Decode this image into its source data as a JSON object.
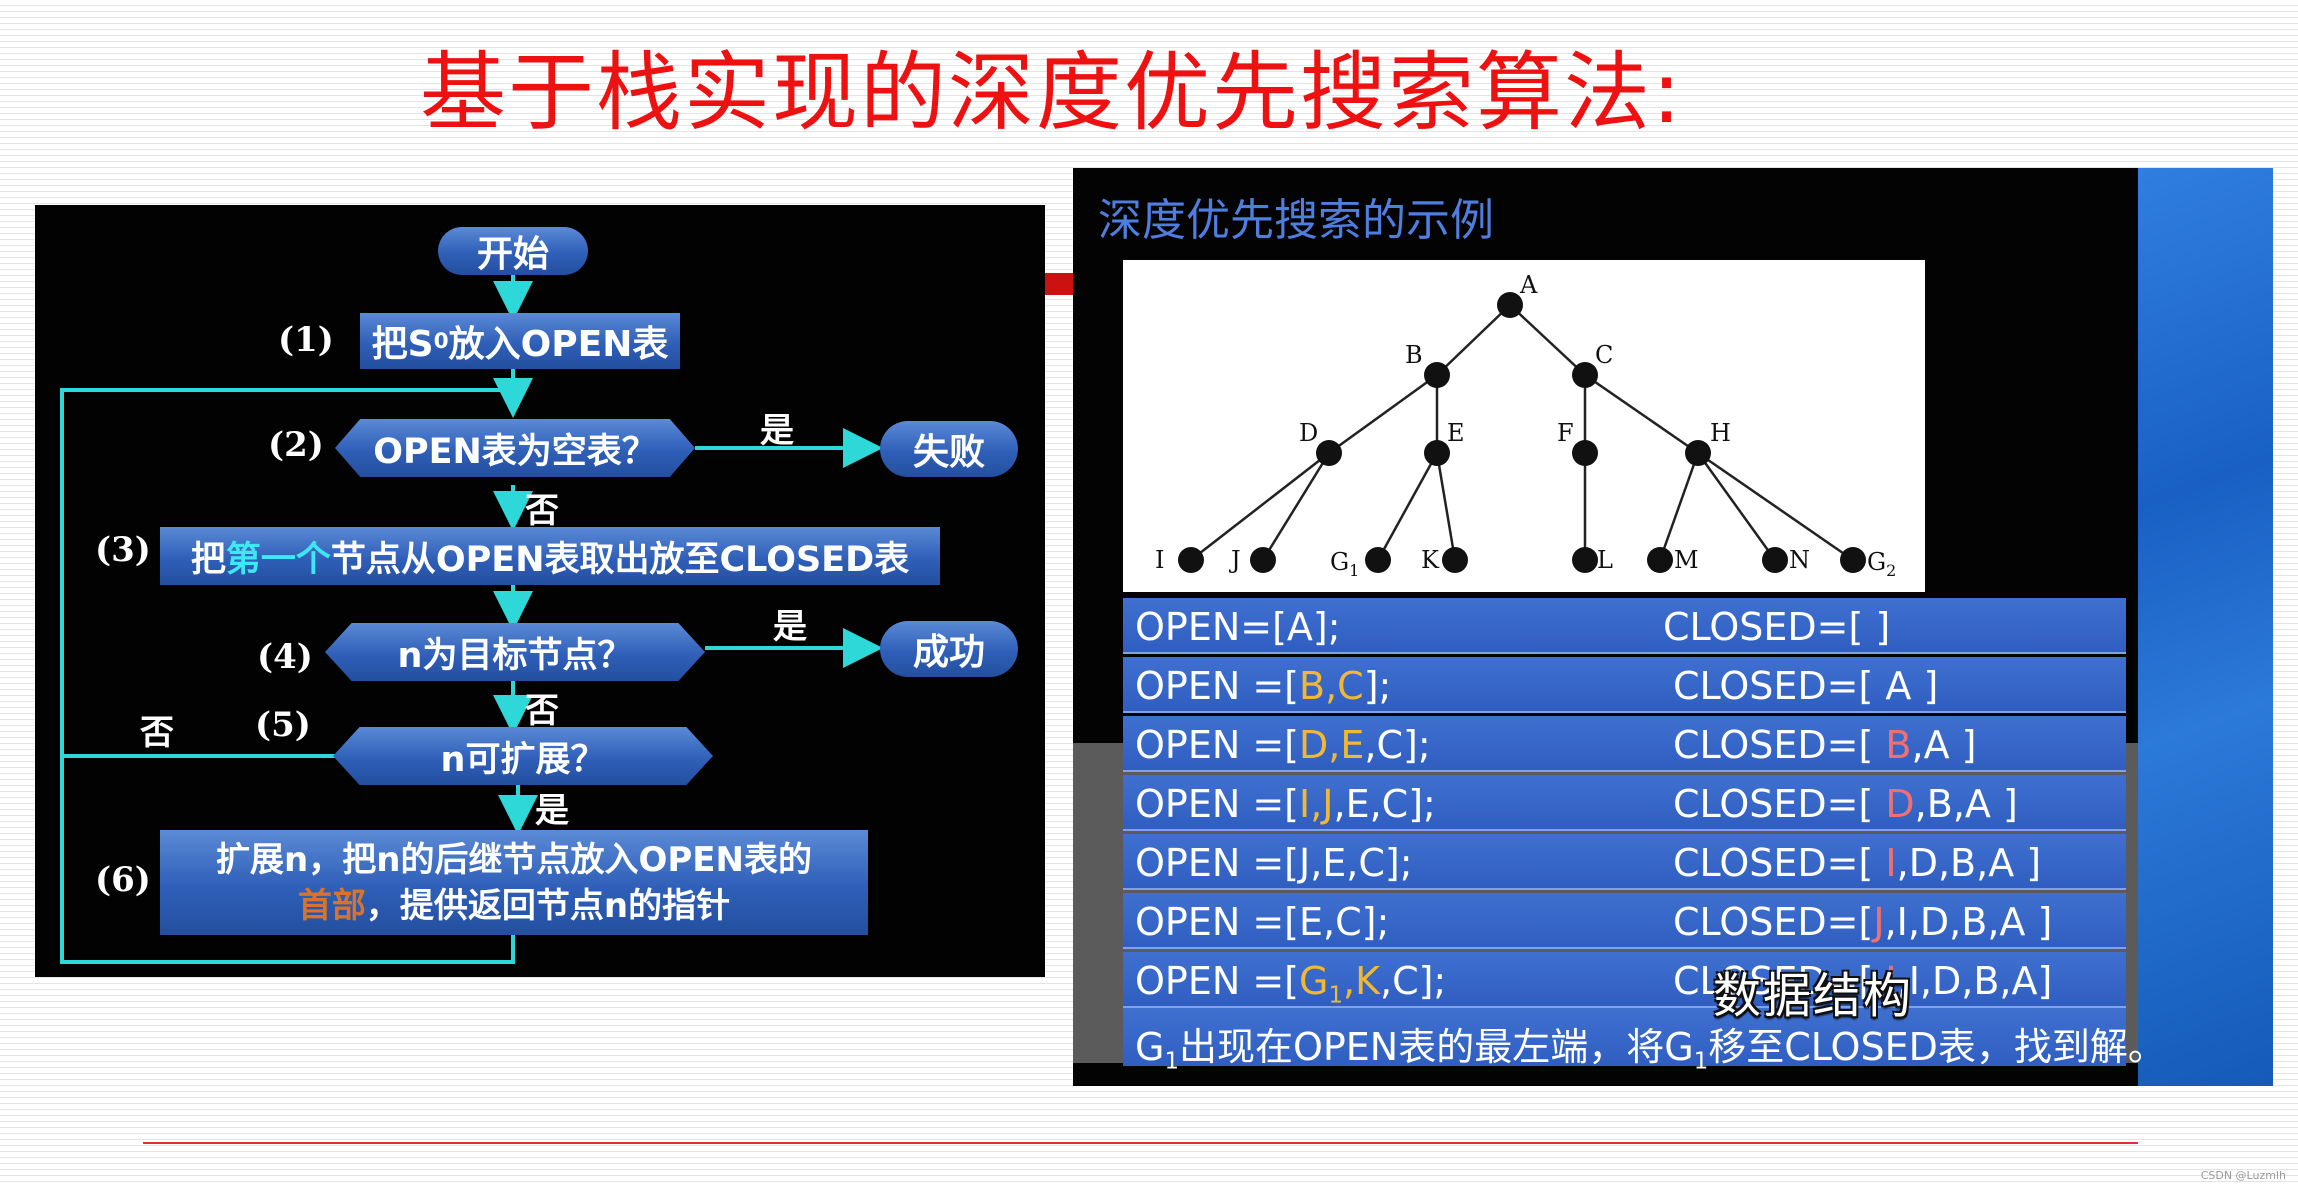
{
  "slide": {
    "title": "基于栈实现的深度优先搜索算法:",
    "watermark": "CSDN @Luzmlh"
  },
  "flowchart": {
    "start": "开始",
    "fail": "失败",
    "success": "成功",
    "yes": "是",
    "no": "否",
    "steps": [
      {
        "num": "(1)",
        "text_pre": "把S",
        "sub": "0",
        "text_post": "放入OPEN表"
      },
      {
        "num": "(2)",
        "text": "OPEN表为空表？"
      },
      {
        "num": "(3)",
        "text_pre": "把",
        "highlight": "第一个",
        "text_post": "节点从OPEN表取出放至CLOSED表"
      },
      {
        "num": "(4)",
        "text": "n为目标节点？"
      },
      {
        "num": "(5)",
        "text": "n可扩展？"
      },
      {
        "num": "(6)",
        "line1": "扩展n，把n的后继节点放入OPEN表的",
        "highlight": "首部",
        "line2_post": "，提供返回节点n的指针"
      }
    ]
  },
  "example": {
    "title": "深度优先搜索的示例",
    "tree_nodes": [
      "A",
      "B",
      "C",
      "D",
      "E",
      "F",
      "H",
      "I",
      "J",
      "G1",
      "K",
      "L",
      "M",
      "N",
      "G2"
    ],
    "rows": [
      {
        "open": [
          "OPEN=[A];"
        ],
        "closed": [
          "CLOSED=[  ]"
        ]
      },
      {
        "open": [
          "OPEN =[",
          {
            "y": "B,C"
          },
          "];"
        ],
        "closed": [
          "CLOSED=[ A ]"
        ]
      },
      {
        "open": [
          "OPEN =[",
          {
            "y": "D,E"
          },
          ",C];"
        ],
        "closed": [
          "CLOSED=[ ",
          {
            "r": "B"
          },
          ",A ]"
        ]
      },
      {
        "open": [
          "OPEN =[",
          {
            "y": "I,J"
          },
          ",E,C];"
        ],
        "closed": [
          "CLOSED=[ ",
          {
            "r": "D"
          },
          ",B,A ]"
        ]
      },
      {
        "open": [
          "OPEN =[J,E,C];"
        ],
        "closed": [
          "CLOSED=[ ",
          {
            "r": "I"
          },
          ",D,B,A ]"
        ]
      },
      {
        "open": [
          "OPEN =[E,C];"
        ],
        "closed": [
          "CLOSED=[",
          {
            "r": "J"
          },
          ",I,D,B,A ]"
        ]
      },
      {
        "open": [
          "OPEN =[",
          {
            "y": "G"
          },
          {
            "ysub": "1"
          },
          {
            "y": ",K"
          },
          ",C];"
        ],
        "closed": [
          "CLOSED=[ ",
          {
            "r": "J"
          },
          ",I,D,B,A]"
        ]
      }
    ],
    "final_parts": [
      "G",
      {
        "sub": "1"
      },
      "出现在OPEN表的最左端，将G",
      {
        "sub": "1"
      },
      "移至CLOSED表，找到解。"
    ],
    "subtitle_overlay": "数据结构"
  }
}
